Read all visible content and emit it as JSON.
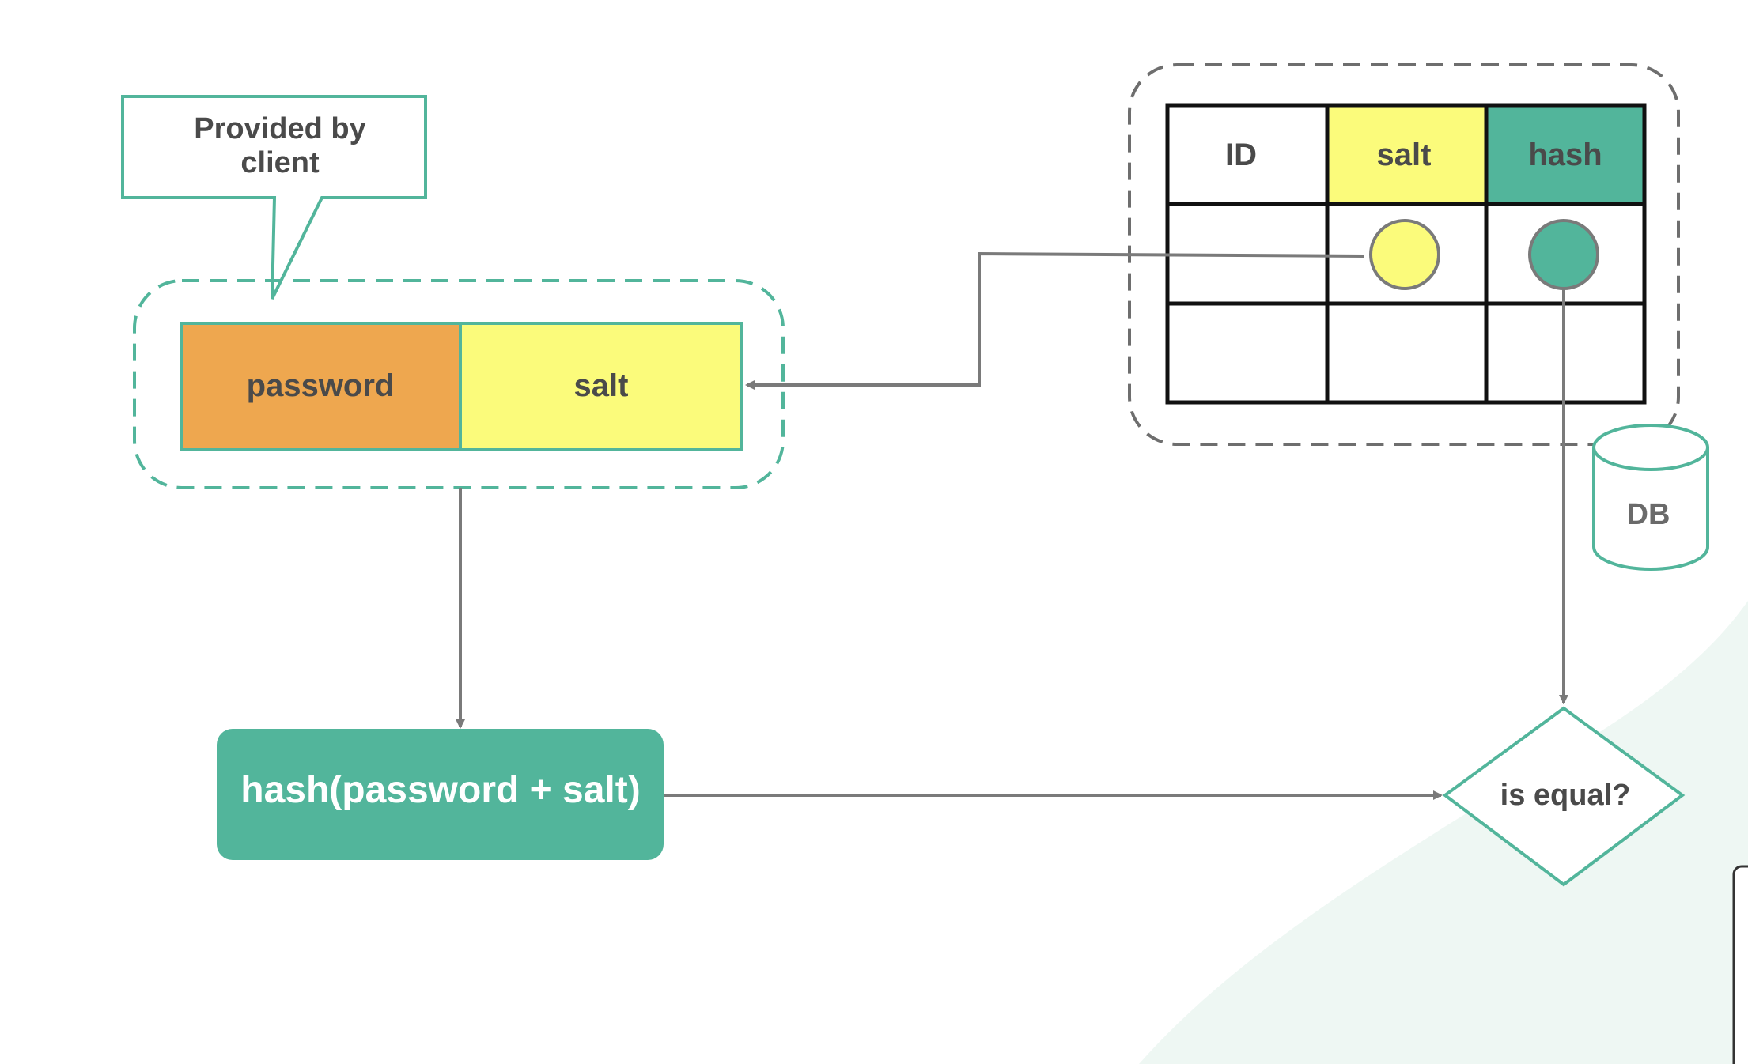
{
  "callout": {
    "line1": "Provided by",
    "line2": "client"
  },
  "input": {
    "password_label": "password",
    "salt_label": "salt"
  },
  "db_table": {
    "headers": {
      "id": "ID",
      "salt": "salt",
      "hash": "hash"
    }
  },
  "db_icon_label": "DB",
  "hash_box_label": "hash(password + salt)",
  "decision_label": "is equal?",
  "colors": {
    "teal": "#52b59b",
    "password_orange": "#eea74f",
    "salt_yellow": "#fbfb7b",
    "arrow_gray": "#7a7a7a",
    "dash_gray": "#6e6e6e",
    "text_dark": "#4a4a4a",
    "bg_blob": "#eef7f3"
  }
}
